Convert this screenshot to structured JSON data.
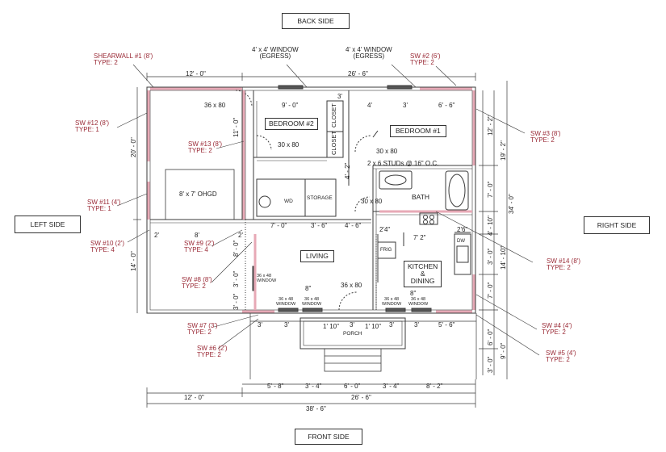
{
  "sides": {
    "back": "BACK SIDE",
    "front": "FRONT SIDE",
    "left": "LEFT SIDE",
    "right": "RIGHT SIDE"
  },
  "windows": {
    "egress_1_line1": "4' x 4' WINDOW",
    "egress_1_line2": "(EGRESS)",
    "egress_2_line1": "4' x 4' WINDOW",
    "egress_2_line2": "(EGRESS)",
    "living_side": "36 x 48\nWINDOW",
    "front_1": "36 x 48\nWINDOW",
    "front_2": "36 x 48\nWINDOW",
    "front_3": "36 x 48\nWINDOW",
    "front_4": "36 x 48\nWINDOW"
  },
  "shearwalls": {
    "sw1": "SHEARWALL #1 (8')\nTYPE: 2",
    "sw2": "SW #2 (6')\nTYPE: 2",
    "sw3": "SW #3 (8')\nTYPE: 2",
    "sw4": "SW #4 (4')\nTYPE: 2",
    "sw5": "SW #5 (4')\nTYPE: 2",
    "sw6": "SW #6 (2')\nTYPE: 2",
    "sw7": "SW #7 (3')\nTYPE: 2",
    "sw8": "SW #8 (8')\nTYPE: 2",
    "sw9": "SW #9 (2')\nTYPE: 4",
    "sw10": "SW #10 (2')\nTYPE: 4",
    "sw11": "SW #11 (4')\nTYPE: 1",
    "sw12": "SW #12 (8')\nTYPE: 1",
    "sw13": "SW #13 (8')\nTYPE: 2",
    "sw14": "SW #14 (8')\nTYPE: 2"
  },
  "rooms": {
    "bedroom2": "BEDROOM #2",
    "bedroom1": "BEDROOM #1",
    "closet_1": "CLOSET",
    "closet_2": "CLOSET",
    "bath": "BATH",
    "storage": "STORAGE",
    "wd": "WD",
    "living": "LIVING",
    "kitchen": "KITCHEN\n&\nDINING",
    "porch": "PORCH",
    "garage_door": "8' x 7' OHGD",
    "frig": "FRIG",
    "dw": "DW",
    "studs": "2 x 6 STUDs @ 16\" O.C."
  },
  "doors": {
    "d_36x80_top": "36 x 80",
    "d_30x80_bed2": "30 x 80",
    "d_30x80_bed1": "30 x 80",
    "d_30x80_bath": "30 x 80",
    "d_36x80_living": "36 x 80"
  },
  "dimensions": {
    "top_left": "12' - 0\"",
    "top_right": "26' - 6\"",
    "bed2_width": "9' - 0\"",
    "closet_3": "3'",
    "bed1_4": "4'",
    "bed1_3": "3'",
    "bed1_6_6": "6' - 6\"",
    "bed2_depth": "11' - 0\"",
    "hall_4_2": "4' - 2\"",
    "left_20": "20' - 0\"",
    "left_14": "14' - 0\"",
    "row_2a": "2'",
    "row_8": "8'",
    "row_2b": "2'",
    "living_7": "7' - 0\"",
    "living_3_6": "3' - 6\"",
    "living_4_6": "4' - 6\"",
    "kit_2_4": "2'4\"",
    "kit_7_2": "7' 2\"",
    "kit_2_6": "2'6\"",
    "v_8_0": "8' - 0\"",
    "v_3_0a": "3' - 0\"",
    "v_3_0b": "3' - 0\"",
    "living_8": "8\"",
    "kit_8": "8\"",
    "porch_3a": "3'",
    "porch_3b": "3'",
    "porch_1_10a": "1' 10\"",
    "porch_3c": "3'",
    "porch_1_10b": "1' 10\"",
    "porch_3d": "3'",
    "porch_3e": "3'",
    "porch_5_6": "5' - 6\"",
    "bot_5_8": "5' - 8\"",
    "bot_3_4a": "3' - 4\"",
    "bot_6_0": "6' - 0\"",
    "bot_3_4b": "3' - 4\"",
    "bot_8_2": "8' - 2\"",
    "bot_12": "12' - 0\"",
    "bot_26_6": "26' - 6\"",
    "bot_38_6": "38' - 6\"",
    "r_12_2": "12' - 2\"",
    "r_19_2": "19' - 2\"",
    "r_34_0": "34' - 0\"",
    "r_7_0a": "7' - 0\"",
    "r_4_10": "4' - 10\"",
    "r_14_10": "14' - 10\"",
    "r_3_0a": "3' - 0\"",
    "r_7_0b": "7' - 0\"",
    "r_6_0": "6' - 0\"",
    "r_9_0": "9' - 0\"",
    "r_3_0b": "3' - 0\""
  },
  "colors": {
    "line": "#3a3a3a",
    "shearwall": "#e7a9b6",
    "label_red": "#9a2a36"
  }
}
